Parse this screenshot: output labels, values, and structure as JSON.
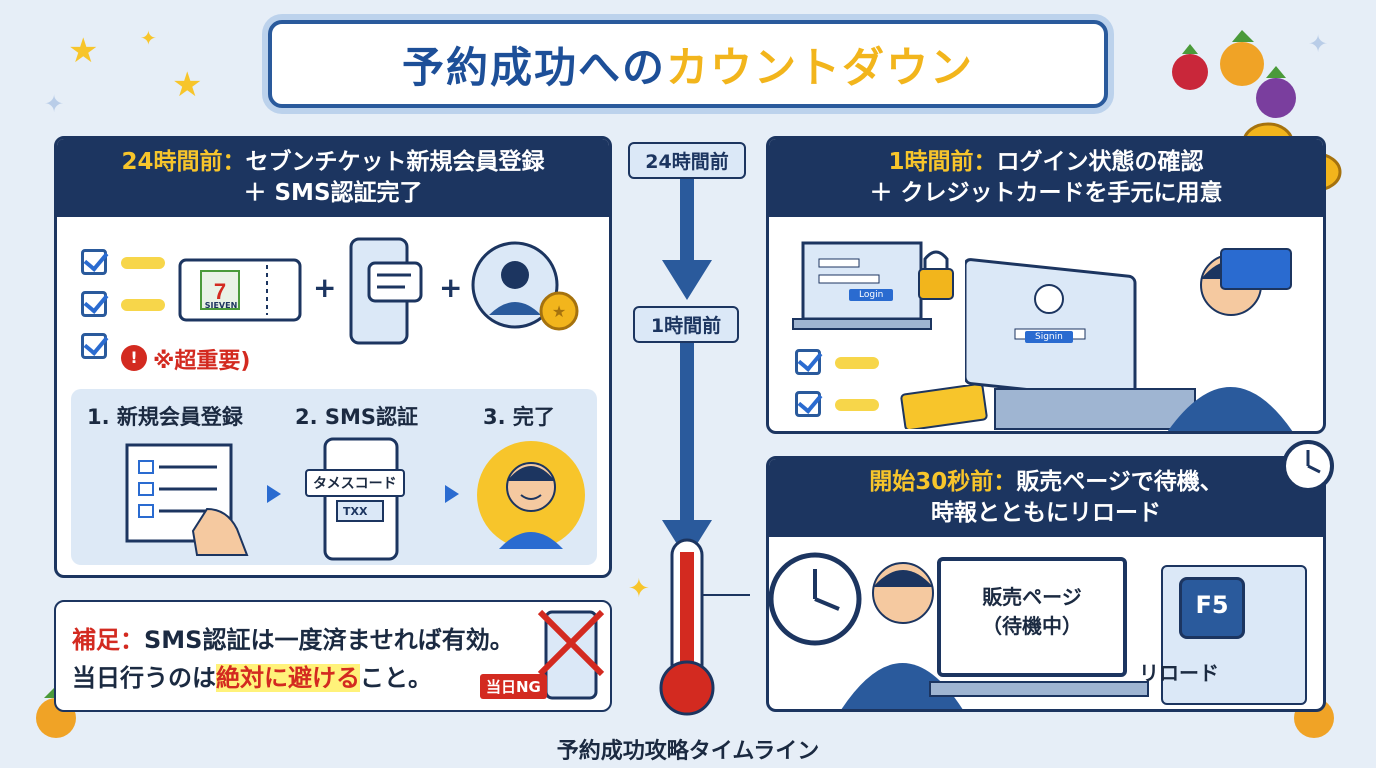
{
  "title": {
    "part1": "予約成功への",
    "part2": "カウントダウン"
  },
  "timeline": {
    "tag_24h": "24時間前",
    "tag_1h": "1時間前"
  },
  "panel_24h": {
    "head_highlight": "24時間前：",
    "head_line1": "セブンチケット新規会員登録",
    "head_line2": "＋ SMS認証完了",
    "important": "※超重要)",
    "logo_text": "SIEVEN",
    "steps": [
      "1. 新規会員登録",
      "2. SMS認証",
      "3. 完了"
    ],
    "code_label": "タメスコード",
    "code_value": "TXX"
  },
  "panel_1h": {
    "head_highlight": "1時間前：",
    "head_line1": "ログイン状態の確認",
    "head_line2": "＋ クレジットカードを手元に用意",
    "login_button": "Login",
    "signin_button": "Signin"
  },
  "panel_30s": {
    "head_highlight": "開始30秒前：",
    "head_line1": "販売ページで待機、",
    "head_line2": "時報とともにリロード",
    "screen_line1": "販売ページ",
    "screen_line2": "（待機中）",
    "key_label": "F5",
    "reload_label": "リロード"
  },
  "note": {
    "label": "補足：",
    "line1_rest": "SMS認証は一度済ませれば有効。",
    "line2_a": "当日行うのは",
    "line2_hl": "絶対に避ける",
    "line2_b": "こと。",
    "ng_tag": "当日NG"
  },
  "caption": "予約成功攻略タイムライン",
  "colors": {
    "navy": "#1c3560",
    "accent_blue": "#2a6bd0",
    "yellow": "#f7c52b",
    "red": "#d32a20"
  }
}
